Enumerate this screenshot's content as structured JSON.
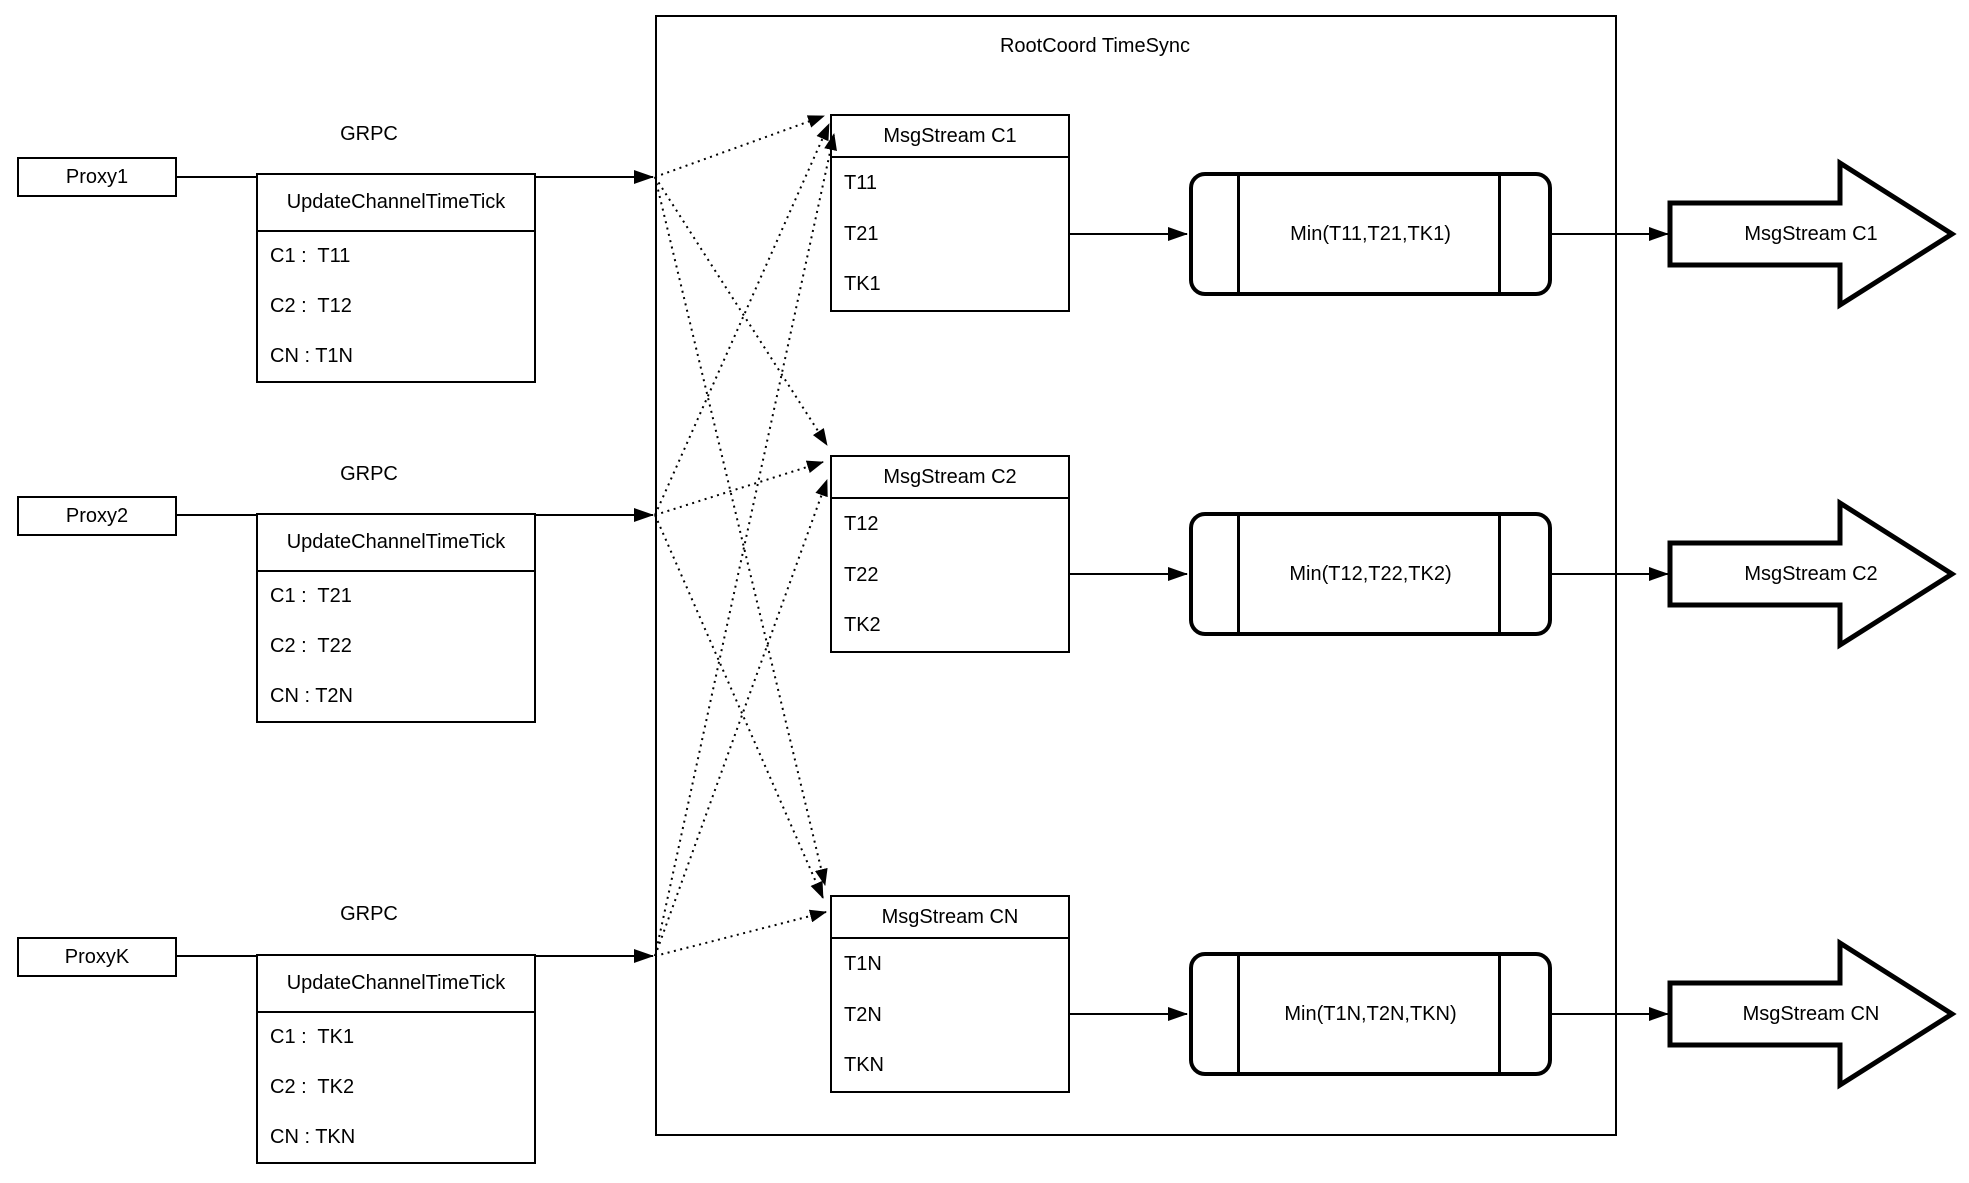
{
  "colors": {
    "ink": "#000000",
    "background": "#ffffff"
  },
  "root": {
    "title": "RootCoord TimeSync"
  },
  "proxies": [
    {
      "name": "Proxy1",
      "grpc": "GRPC",
      "table_header": "UpdateChannelTimeTick",
      "rows": [
        "C1 :  T11",
        "C2 :  T12",
        "CN : T1N"
      ]
    },
    {
      "name": "Proxy2",
      "grpc": "GRPC",
      "table_header": "UpdateChannelTimeTick",
      "rows": [
        "C1 :  T21",
        "C2 :  T22",
        "CN : T2N"
      ]
    },
    {
      "name": "ProxyK",
      "grpc": "GRPC",
      "table_header": "UpdateChannelTimeTick",
      "rows": [
        "C1 :  TK1",
        "C2 :  TK2",
        "CN : TKN"
      ]
    }
  ],
  "streams": [
    {
      "header": "MsgStream C1",
      "values": [
        "T11",
        "T21",
        "TK1"
      ],
      "min_label": "Min(T11,T21,TK1)",
      "output_arrow": "MsgStream C1"
    },
    {
      "header": "MsgStream C2",
      "values": [
        "T12",
        "T22",
        "TK2"
      ],
      "min_label": "Min(T12,T22,TK2)",
      "output_arrow": "MsgStream C2"
    },
    {
      "header": "MsgStream CN",
      "values": [
        "T1N",
        "T2N",
        "TKN"
      ],
      "min_label": "Min(T1N,T2N,TKN)",
      "output_arrow": "MsgStream CN"
    }
  ]
}
